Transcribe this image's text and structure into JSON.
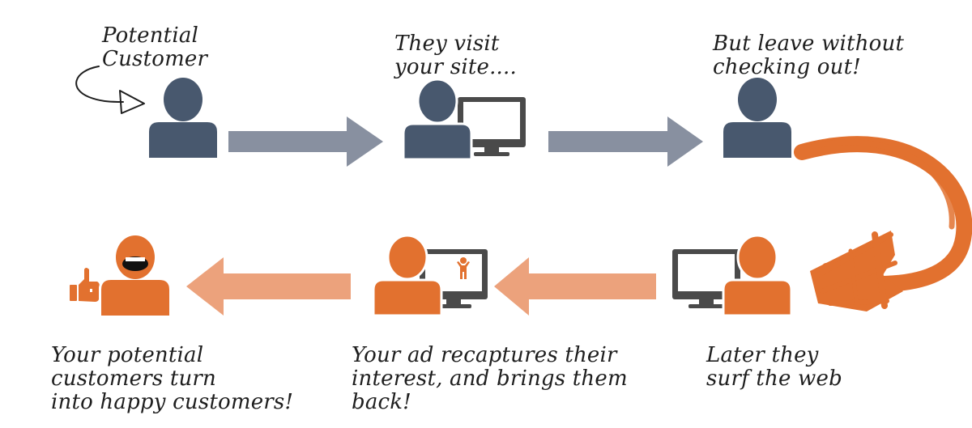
{
  "colors": {
    "person_dark": "#48586e",
    "person_orange": "#e2712f",
    "arrow_gray": "#8890a0",
    "arrow_peach": "#eca27c",
    "monitor": "#4a4a4a",
    "ink": "#1e1e1e"
  },
  "steps": [
    {
      "lines": [
        "Potential",
        "Customer"
      ]
    },
    {
      "lines": [
        "They visit",
        "your site...."
      ]
    },
    {
      "lines": [
        "But leave without",
        "checking out!"
      ]
    },
    {
      "lines": [
        "Later they",
        "surf the web"
      ]
    },
    {
      "lines": [
        "Your ad recaptures their",
        "interest, and brings them",
        "back!"
      ]
    },
    {
      "lines": [
        "Your potential",
        "customers turn",
        "into happy customers!"
      ]
    }
  ],
  "icons": {
    "person": "person-icon",
    "monitor": "monitor-icon",
    "thumbs_up": "thumbs-up-icon",
    "ad_figure": "ad-figure-icon"
  }
}
